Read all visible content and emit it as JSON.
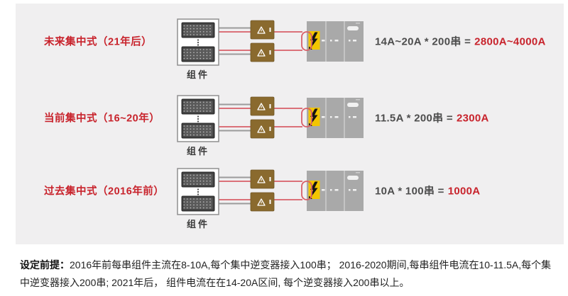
{
  "rows": [
    {
      "label": "未来集中式（21年后）",
      "formula": "14A~20A * 200串 =",
      "result": "2800A~4000A",
      "module_label": "组件"
    },
    {
      "label": "当前集中式（16~20年）",
      "formula": "11.5A * 200串 =",
      "result": "2300A",
      "module_label": "组件"
    },
    {
      "label": "过去集中式（2016年前）",
      "formula": "10A * 100串 =",
      "result": "1000A",
      "module_label": "组件"
    }
  ],
  "footer": {
    "prefix": "设定前提：",
    "line1": "2016年前每串组件主流在8-10A,每个集中逆变器接入100串； 2016-2020期间,每串组件电流在10-11.5A,每个集",
    "line2": "中逆变器接入200串; 2021年后， 组件电流在在14-20A区间, 每个逆变器接入200串以上。"
  },
  "colors": {
    "accent_red": "#c8232c",
    "formula_text": "#4d4d4d",
    "wire_red": "#d85f68",
    "wire_gray": "#9b9b9b",
    "fuse_brown": "#8a6a2e",
    "cabinet_gray": "#a9a9a9",
    "warning_yellow": "#f2c500",
    "panel_bg": "#f0eff0"
  }
}
